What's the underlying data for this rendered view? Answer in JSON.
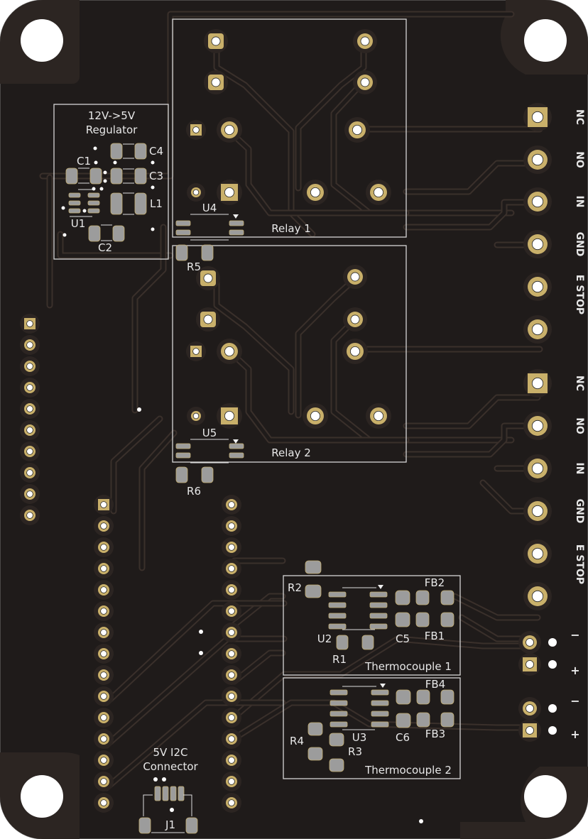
{
  "board": {
    "colors": {
      "substrate": "#1f1b1a",
      "copper_pour": "#2c2522",
      "pad_finish": "#c9b06a",
      "smd_pad": "#9c9c9c",
      "silkscreen": "#e8e8e8",
      "drill": "#ffffff"
    }
  },
  "regulator": {
    "title_line1": "12V->5V",
    "title_line2": "Regulator",
    "refs": {
      "c4": "C4",
      "c1": "C1",
      "c3": "C3",
      "l1": "L1",
      "u1": "U1",
      "c2": "C2"
    }
  },
  "relay1": {
    "label": "Relay 1",
    "u": "U4",
    "r": "R5"
  },
  "relay2": {
    "label": "Relay 2",
    "u": "U5",
    "r": "R6"
  },
  "terminal_1": {
    "pins": [
      "NC",
      "NO",
      "IN",
      "GND",
      "E STOP"
    ]
  },
  "terminal_2": {
    "pins": [
      "NC",
      "NO",
      "IN",
      "GND",
      "E STOP"
    ]
  },
  "thermo_terminals": {
    "pins": [
      "−",
      "+",
      "−",
      "+"
    ]
  },
  "thermocouple1": {
    "label": "Thermocouple 1",
    "refs": {
      "r2": "R2",
      "fb2": "FB2",
      "fb1": "FB1",
      "u2": "U2",
      "c5": "C5",
      "r1": "R1"
    }
  },
  "thermocouple2": {
    "label": "Thermocouple 2",
    "refs": {
      "fb4": "FB4",
      "fb3": "FB3",
      "r4": "R4",
      "u3": "U3",
      "c6": "C6",
      "r3": "R3"
    }
  },
  "i2c": {
    "title_line1": "5V I2C",
    "title_line2": "Connector",
    "ref": "J1"
  },
  "headers": {
    "left_pin_count": 10,
    "mcu_left_pin_count": 15,
    "mcu_right_pin_count": 15
  }
}
